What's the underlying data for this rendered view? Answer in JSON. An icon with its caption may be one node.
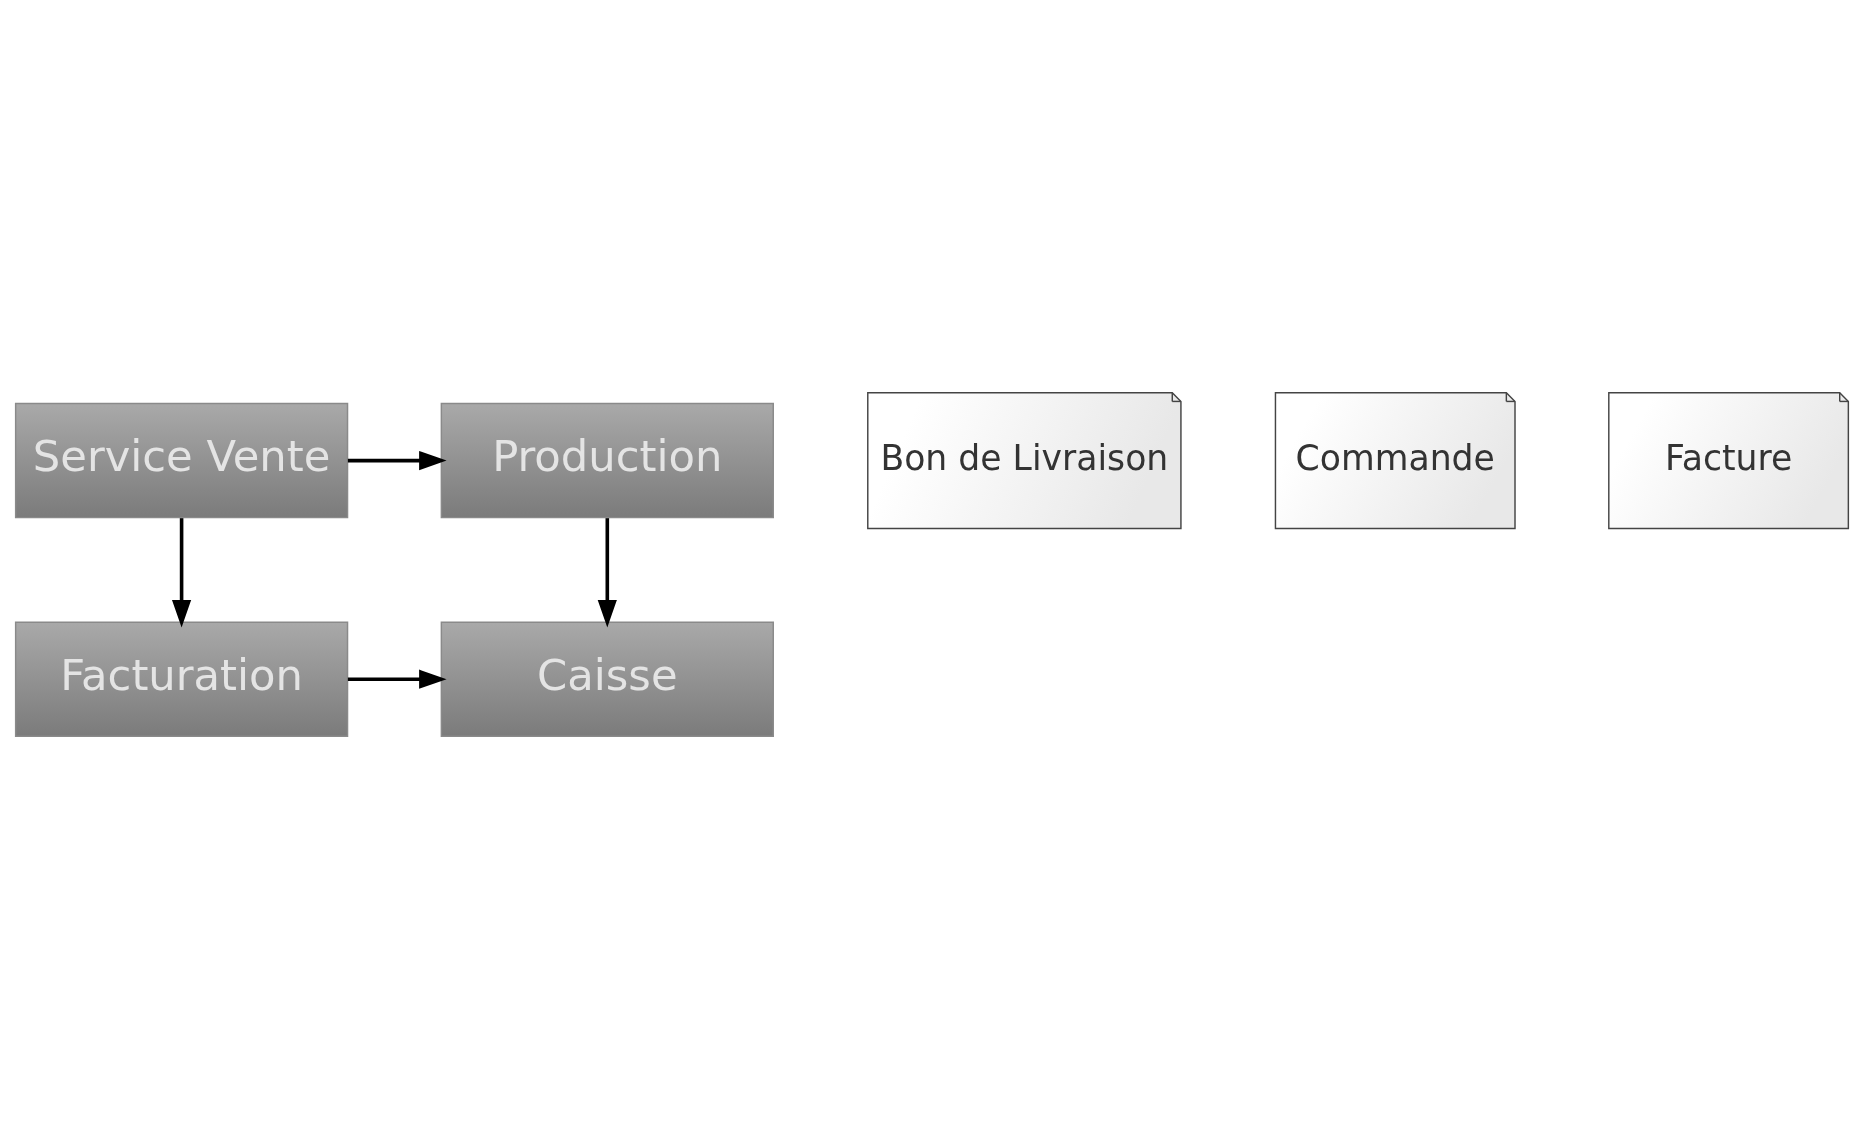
{
  "diagram": {
    "nodes": [
      {
        "text": [
          "Production"
        ]
      },
      {
        "text": [
          "Service Vente"
        ]
      },
      {
        "text": [
          "Bon de Livraison"
        ]
      },
      {
        "text": [
          "Commande"
        ]
      },
      {
        "text": [
          "Facturation"
        ]
      },
      {
        "text": [
          "Caisse"
        ]
      },
      {
        "text": [
          "Facture"
        ]
      }
    ],
    "edges": [
      {
        "from": 1,
        "to": 0,
        "arrow": "to"
      },
      {
        "from": 1,
        "to": 4,
        "arrow": "to"
      },
      {
        "from": 0,
        "to": 5,
        "arrow": "to"
      },
      {
        "from": 4,
        "to": 5,
        "arrow": "to"
      }
    ]
  }
}
